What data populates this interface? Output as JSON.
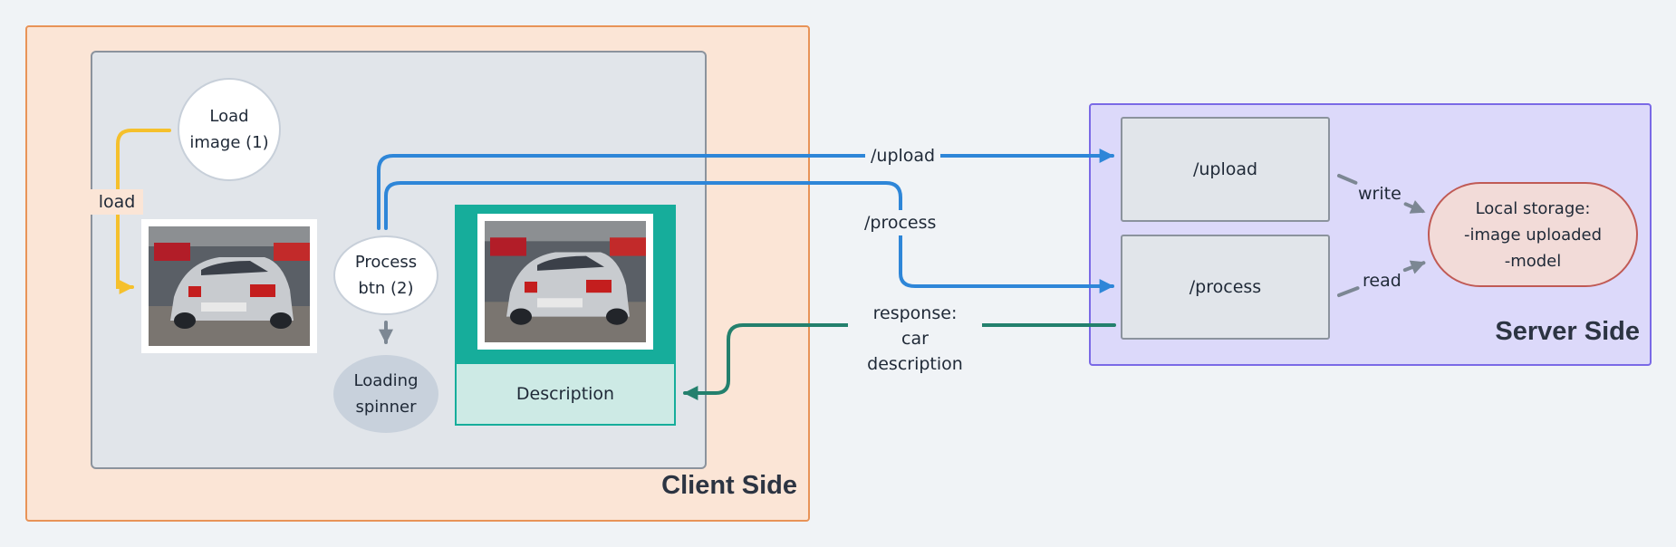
{
  "client": {
    "title": "Client Side"
  },
  "server": {
    "title": "Server Side"
  },
  "nodes": {
    "load_image": "Load\nimage (1)",
    "process_button": "Process\nbtn (2)",
    "loading_spinner": "Loading\nspinner",
    "description": "Description",
    "upload_endpoint": "/upload",
    "process_endpoint": "/process",
    "local_storage": "Local storage:\n-image uploaded\n-model"
  },
  "edges": {
    "load": "load",
    "upload": "/upload",
    "process": "/process",
    "response": "response:\ncar description",
    "write": "write",
    "read": "read"
  },
  "colors": {
    "client_bg": "#fbe5d6",
    "client_border": "#e89357",
    "server_bg": "#dcd9fa",
    "server_border": "#7a69e6",
    "upload_arrow": "#2e86d8",
    "load_arrow": "#f5c02c",
    "response_arrow": "#23806d",
    "storage_border": "#c05a55",
    "description_panel": "#16ad9b"
  },
  "icons": {
    "car_photo": "car-photo-icon"
  }
}
